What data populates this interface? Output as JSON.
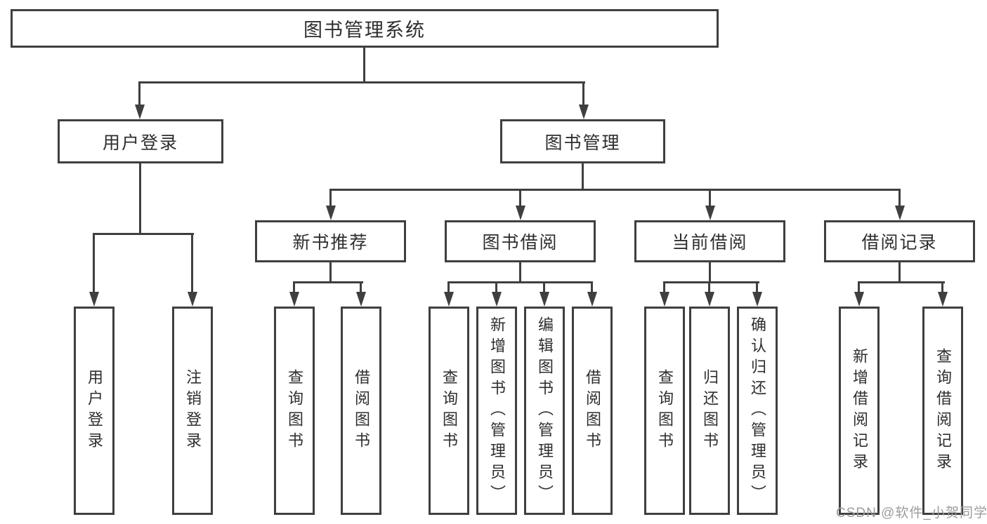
{
  "tree": {
    "root": {
      "label": "图书管理系统"
    },
    "branches": [
      {
        "label": "用户登录",
        "children": [
          {
            "label": "用户登录"
          },
          {
            "label": "注销登录"
          }
        ]
      },
      {
        "label": "图书管理",
        "children": [
          {
            "label": "新书推荐",
            "children": [
              {
                "label": "查询图书"
              },
              {
                "label": "借阅图书"
              }
            ]
          },
          {
            "label": "图书借阅",
            "children": [
              {
                "label": "查询图书"
              },
              {
                "label": "新增图书（管理员）"
              },
              {
                "label": "编辑图书（管理员）"
              },
              {
                "label": "借阅图书"
              }
            ]
          },
          {
            "label": "当前借阅",
            "children": [
              {
                "label": "查询图书"
              },
              {
                "label": "归还图书"
              },
              {
                "label": "确认归还（管理员）"
              }
            ]
          },
          {
            "label": "借阅记录",
            "children": [
              {
                "label": "新增借阅记录"
              },
              {
                "label": "查询借阅记录"
              }
            ]
          }
        ]
      }
    ]
  },
  "watermark": {
    "text": "CSDN @软件_小贺同学"
  },
  "colors": {
    "line": "#3f3f3f",
    "text": "#2e2e2e",
    "watermark": "#9c9c9c",
    "background": "#ffffff"
  }
}
